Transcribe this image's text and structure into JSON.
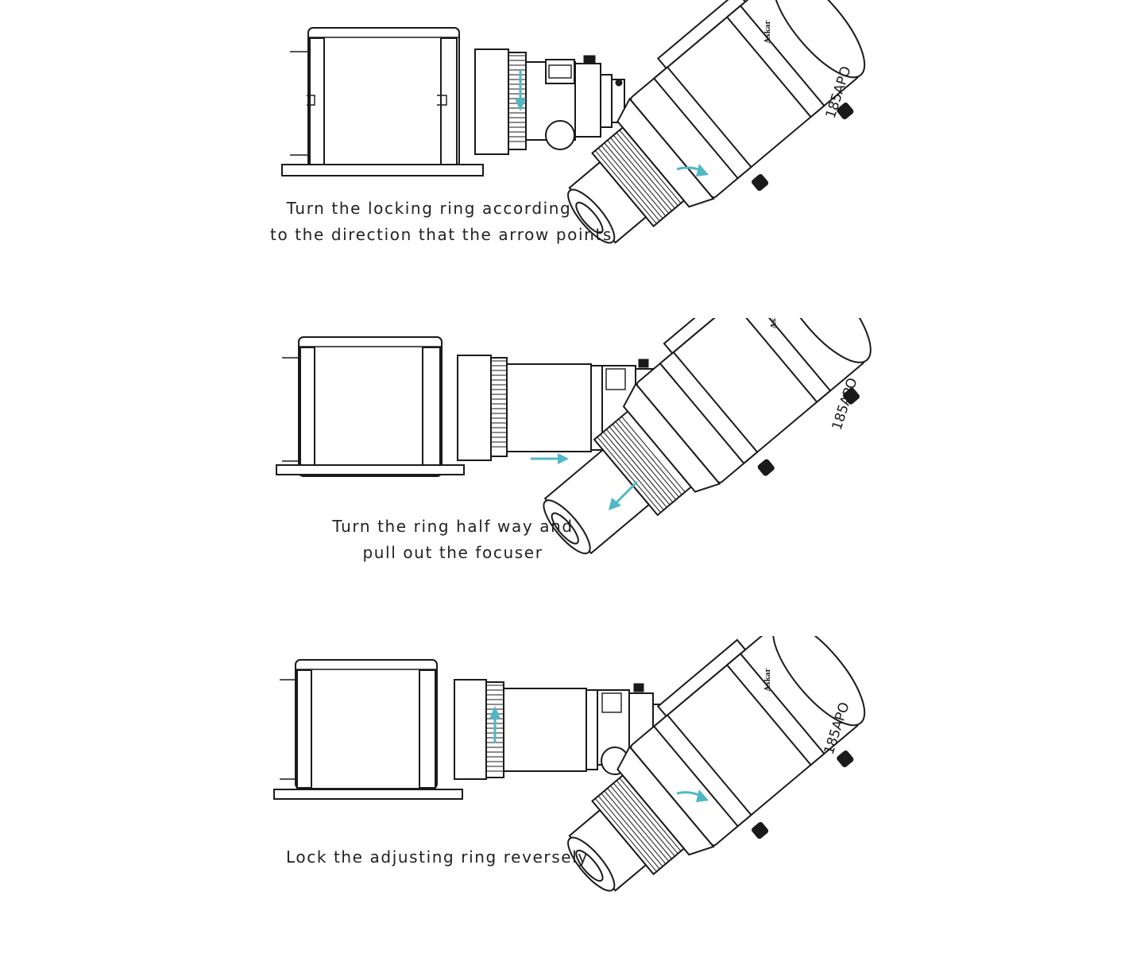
{
  "steps": [
    {
      "caption_lines": [
        "Turn the locking ring according",
        "to the direction that the arrow points"
      ],
      "telescope_label": {
        "brand": "Askar",
        "model": "185APO"
      },
      "arrow_color": "#4fb8c4"
    },
    {
      "caption_lines": [
        "Turn the ring half way and",
        "pull out the focuser"
      ],
      "telescope_label": {
        "brand": "Askar",
        "model": "185APO"
      },
      "arrow_color": "#4fb8c4"
    },
    {
      "caption_lines": [
        "Lock the adjusting ring reversely"
      ],
      "telescope_label": {
        "brand": "Askar",
        "model": "185APO"
      },
      "arrow_color": "#4fb8c4"
    }
  ]
}
